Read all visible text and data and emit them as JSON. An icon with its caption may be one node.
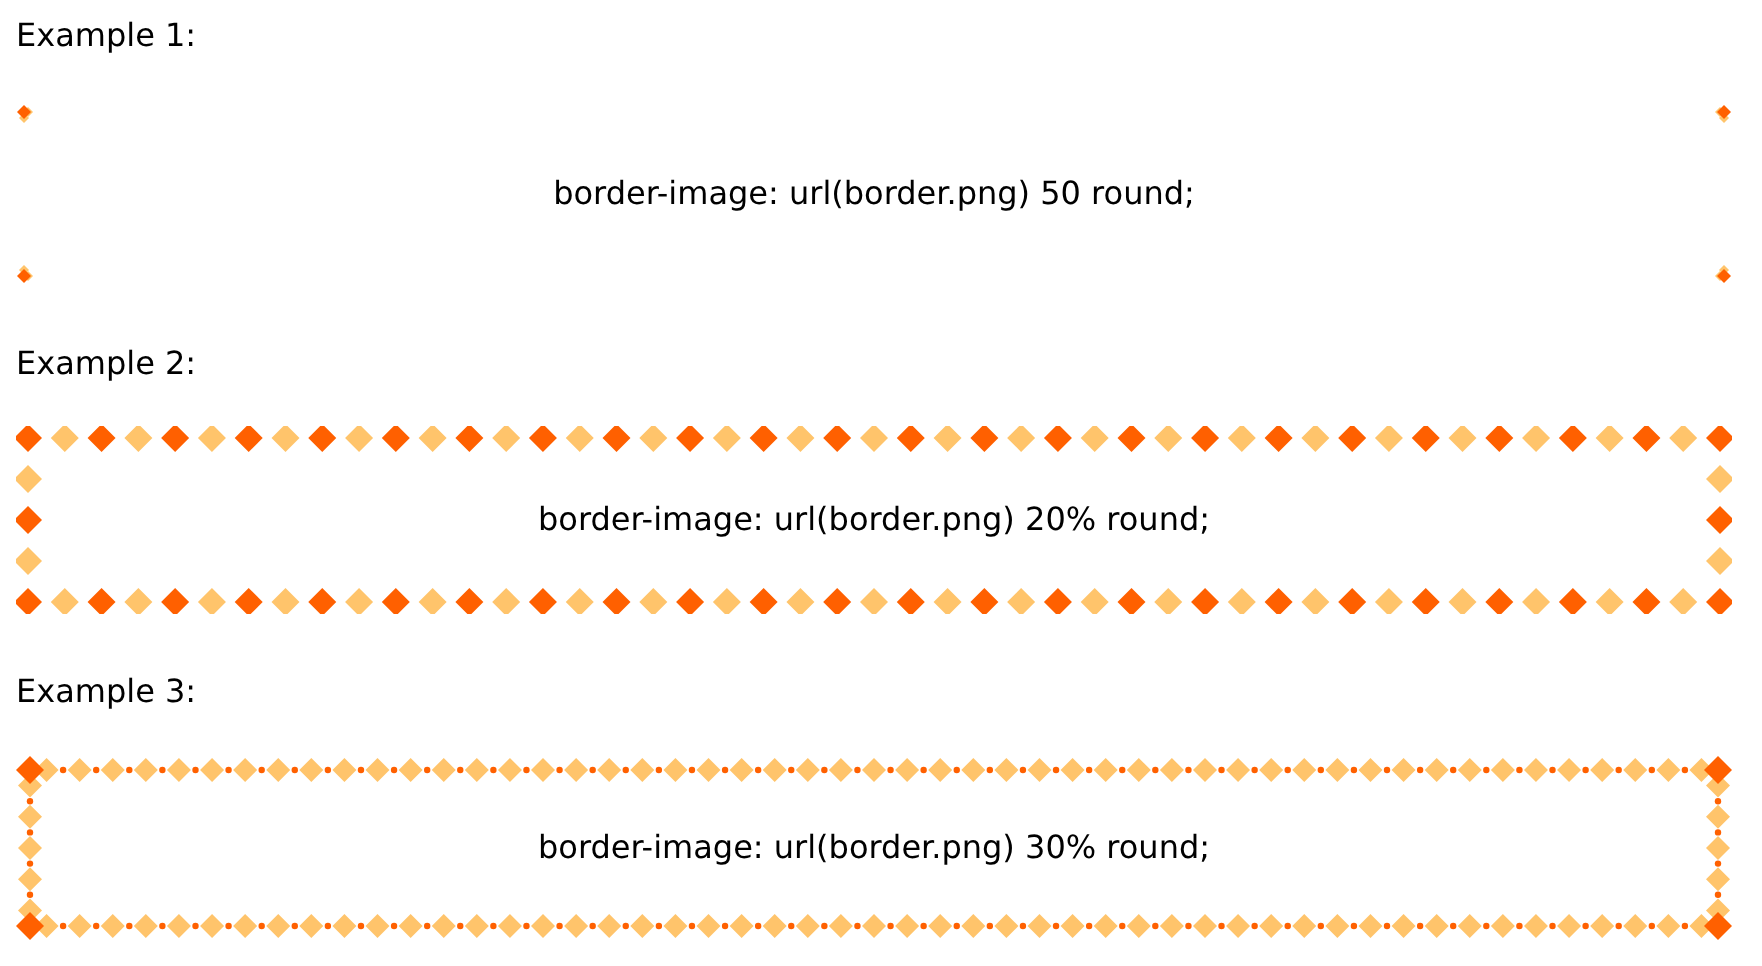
{
  "diagram": {
    "nodes": [
      {
        "text": [
          "border-image: url(border.png) 50 round;"
        ]
      },
      {
        "text": [
          "border-image: url(border.png) 20% round;"
        ]
      },
      {
        "text": [
          "border-image: url(border.png) 30% round;"
        ]
      }
    ],
    "labels": [
      "Example 1:",
      "Example 2:",
      "Example 3:"
    ]
  }
}
